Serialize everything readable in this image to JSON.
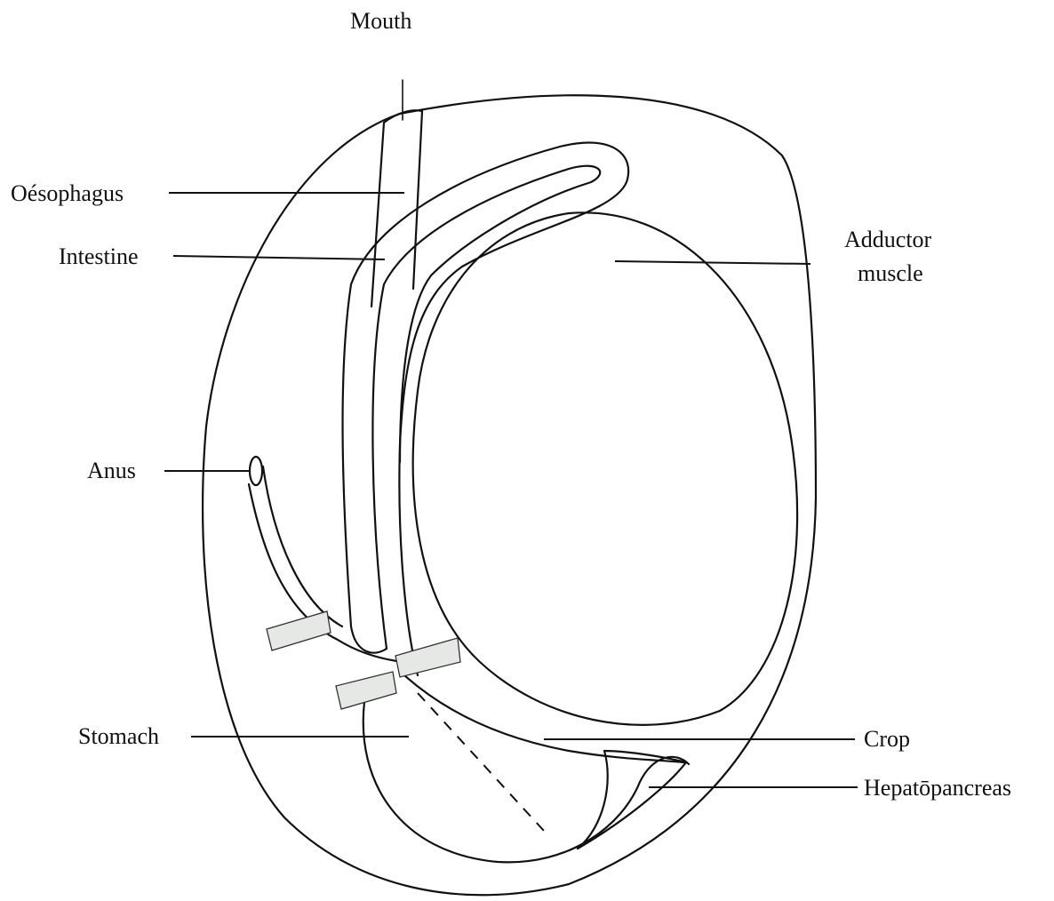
{
  "diagram": {
    "labels": {
      "mouth": "Mouth",
      "oesophagus": "Oésophagus",
      "intestine": "Intestine",
      "adductor_line1": "Adductor",
      "adductor_line2": "muscle",
      "anus": "Anus",
      "stomach": "Stomach",
      "crop": "Crop",
      "hepatopancreas": "Hepatōpancreas"
    }
  }
}
